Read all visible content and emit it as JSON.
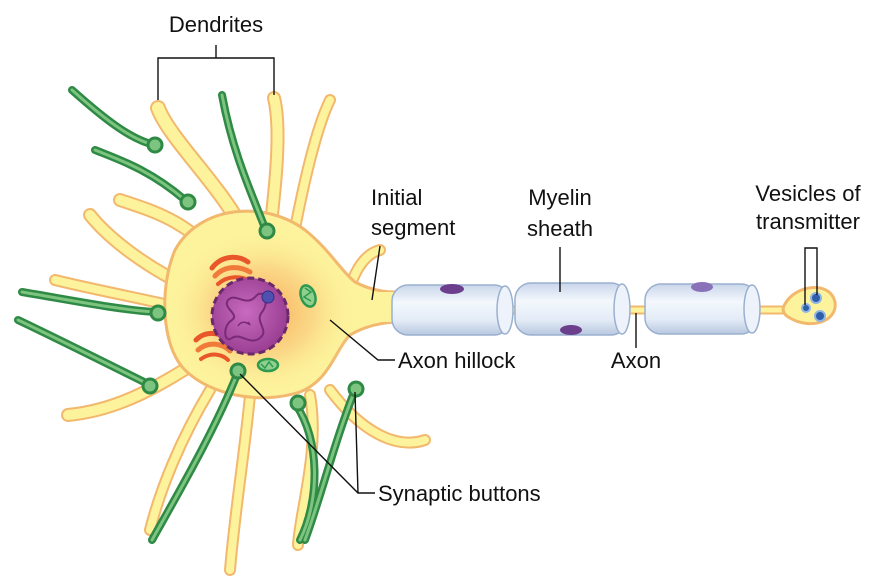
{
  "labels": {
    "dendrites": "Dendrites",
    "initial_segment_line1": "Initial",
    "initial_segment_line2": "segment",
    "myelin_line1": "Myelin",
    "myelin_line2": "sheath",
    "vesicles_line1": "Vesicles of",
    "vesicles_line2": "transmitter",
    "axon_hillock": "Axon hillock",
    "axon": "Axon",
    "synaptic_buttons": "Synaptic buttons"
  },
  "colors": {
    "cell_body": "#fdf39c",
    "cell_outline": "#f2b86e",
    "cell_glow": "#f7a04a",
    "nucleus": "#a03a96",
    "synaptic_terminal": "#2e8a45",
    "myelin": "#dfe8f5",
    "schwann_nucleus": "#6b3f8c",
    "vesicle": "#2f5fa8",
    "golgi": "#e8562a",
    "mitochondria": "#2e9a4f"
  }
}
